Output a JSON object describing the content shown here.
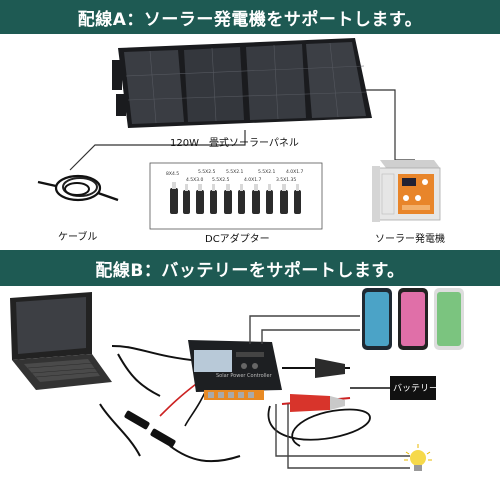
{
  "section_a": {
    "title": "配線A：ソーラー発電機をサポートします。",
    "panel_label": "120W　畳式ソーラーパネル",
    "cable_label": "ケーブル",
    "adapter_label": "DCアダプター",
    "generator_label": "ソーラー発電機",
    "adapter_tips": [
      {
        "top": "8X4.5",
        "bottom": ""
      },
      {
        "top": "5.5X2.5",
        "bottom": "4.5X3.0"
      },
      {
        "top": "5.5X2.1",
        "bottom": "5.5X2.5"
      },
      {
        "top": "5.5X2.1",
        "bottom": "4.0X1.7"
      },
      {
        "top": "4.0X1.7",
        "bottom": "3.5X1.35"
      }
    ]
  },
  "section_b": {
    "title": "配線B：バッテリーをサポートします。",
    "battery_label": "バッテリー",
    "controller_label": "Solar Power Controller"
  },
  "colors": {
    "banner": "#1e5a53",
    "panel_cell": "#2a2c30",
    "generator_panel": "#e8852a",
    "clamp_red": "#d8342b"
  }
}
